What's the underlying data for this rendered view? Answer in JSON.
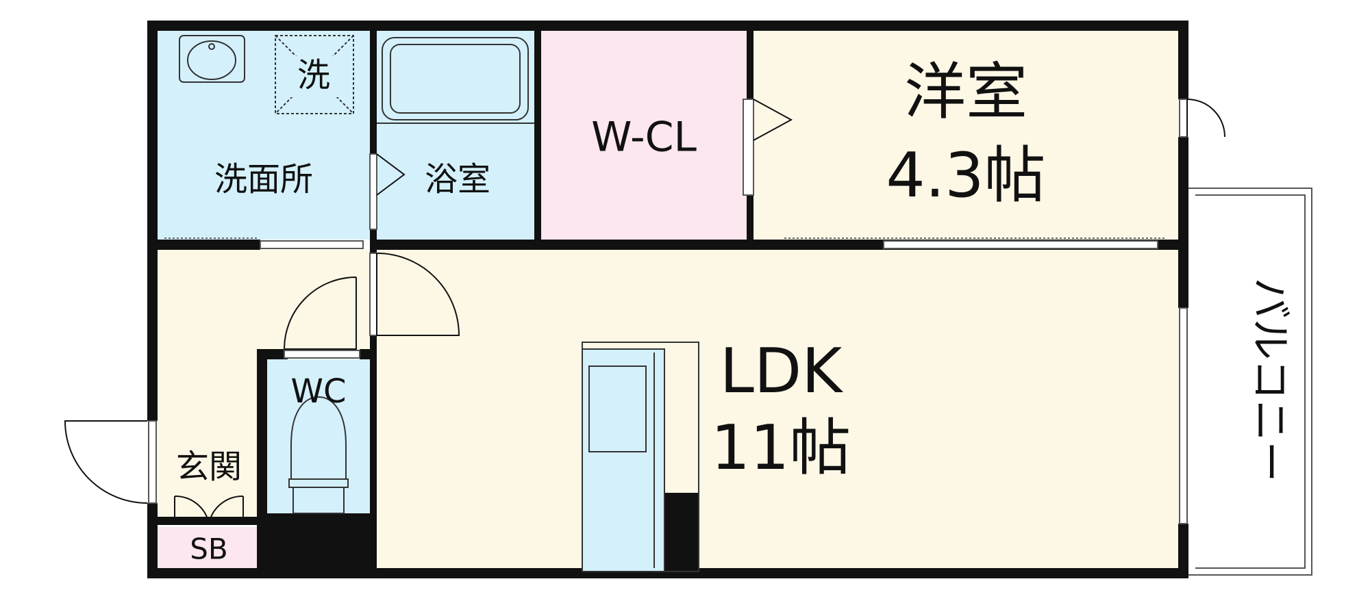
{
  "rooms": {
    "washroom": {
      "label": "洗面所",
      "washer_label": "洗",
      "color": "#d4f0fb"
    },
    "bathroom": {
      "label": "浴室",
      "color": "#d4f0fb"
    },
    "closet": {
      "label": "W-CL",
      "color": "#fce6ef"
    },
    "western": {
      "name": "洋室",
      "size": "4.3帖",
      "color": "#fdf7e6"
    },
    "ldk": {
      "name": "LDK",
      "size": "11帖",
      "color": "#fdf7e6"
    },
    "wc": {
      "label": "WC",
      "color": "#d4f0fb"
    },
    "entrance": {
      "label": "玄関",
      "color": "#fdf7e6"
    },
    "shoebox": {
      "label": "SB",
      "color": "#fce6ef"
    },
    "balcony": {
      "label": "バルコニー"
    }
  },
  "colors": {
    "wall": "#111111",
    "fixture_line": "#333333",
    "fridge_fill": "#d4f0fb"
  }
}
